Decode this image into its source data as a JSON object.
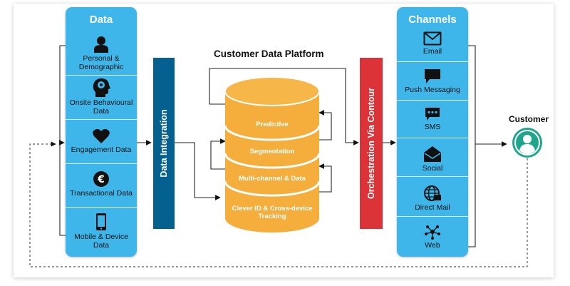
{
  "left_panel": {
    "title": "Data",
    "items": [
      {
        "label": "Personal & Demographic",
        "icon": "person-icon"
      },
      {
        "label": "Onsite Behavioural Data",
        "icon": "brain-head-icon"
      },
      {
        "label": "Engagement Data",
        "icon": "heart-icon"
      },
      {
        "label": "Transactional Data",
        "icon": "euro-coin-icon"
      },
      {
        "label": "Mobile & Device Data",
        "icon": "mobile-phone-icon"
      }
    ]
  },
  "data_integration": {
    "label": "Data Integration"
  },
  "cdp": {
    "title": "Customer Data Platform",
    "layers": [
      {
        "label": "Predictive"
      },
      {
        "label": "Segmentation"
      },
      {
        "label": "Multi-channel & Data"
      },
      {
        "label": "Clever ID & Cross-device Tracking"
      }
    ]
  },
  "orchestration": {
    "label": "Orchestration Via Contour"
  },
  "right_panel": {
    "title": "Channels",
    "items": [
      {
        "label": "Email",
        "icon": "envelope-icon"
      },
      {
        "label": "Push Messaging",
        "icon": "chat-bubble-icon"
      },
      {
        "label": "SMS",
        "icon": "sms-bubble-icon"
      },
      {
        "label": "Social",
        "icon": "open-envelope-icon"
      },
      {
        "label": "Direct Mail",
        "icon": "globe-mail-icon"
      },
      {
        "label": "Web",
        "icon": "network-nodes-icon"
      }
    ]
  },
  "customer": {
    "label": "Customer",
    "icon": "customer-avatar-icon"
  },
  "colors": {
    "panel": "#3fb6ea",
    "integration_bar": "#04618f",
    "orchestration_bar": "#dc3338",
    "database": "#f5ad3c",
    "avatar": "#1fa58c"
  }
}
